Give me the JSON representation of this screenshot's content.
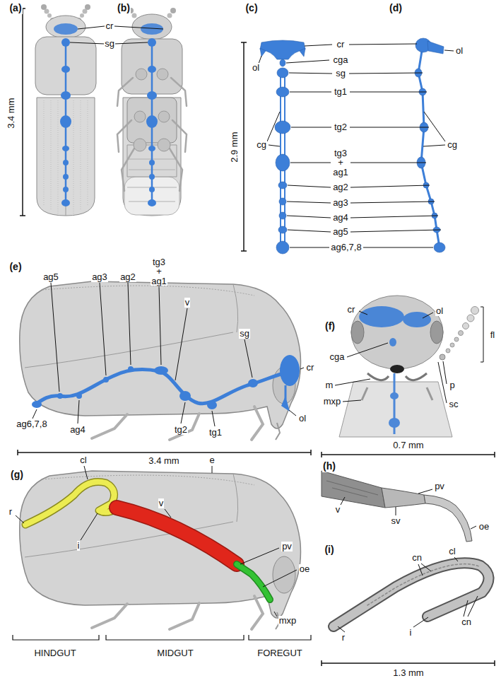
{
  "diagram": {
    "labels": [
      "(a)",
      "(b)",
      "(c)",
      "(d)",
      "3.4 mm",
      "cr",
      "sg",
      "2.9 mm",
      "cr",
      "ol",
      "ol",
      "cga",
      "sg",
      "tg1",
      "cg",
      "cg",
      "tg2",
      "tg3 + ag1",
      "ag2",
      "ag3",
      "ag4",
      "ag5",
      "ag6,7,8",
      "(e)",
      "ag5",
      "ag3",
      "ag2",
      "tg3 + ag1",
      "v",
      "sg",
      "cr",
      "ol",
      "tg1",
      "tg2",
      "ag4",
      "ag6,7,8",
      "3.4 mm",
      "(f)",
      "cr",
      "ol",
      "cga",
      "fl",
      "m",
      "p",
      "mxp",
      "sc",
      "(g)",
      "cl",
      "e",
      "r",
      "i",
      "v",
      "pv",
      "oe",
      "mxp",
      "HINDGUT",
      "MIDGUT",
      "FOREGUT",
      "(h)",
      "0.7 mm",
      "pv",
      "sv",
      "v",
      "oe",
      "(i)",
      "cn",
      "cl",
      "cn",
      "i",
      "r",
      "1.3 mm"
    ]
  }
}
